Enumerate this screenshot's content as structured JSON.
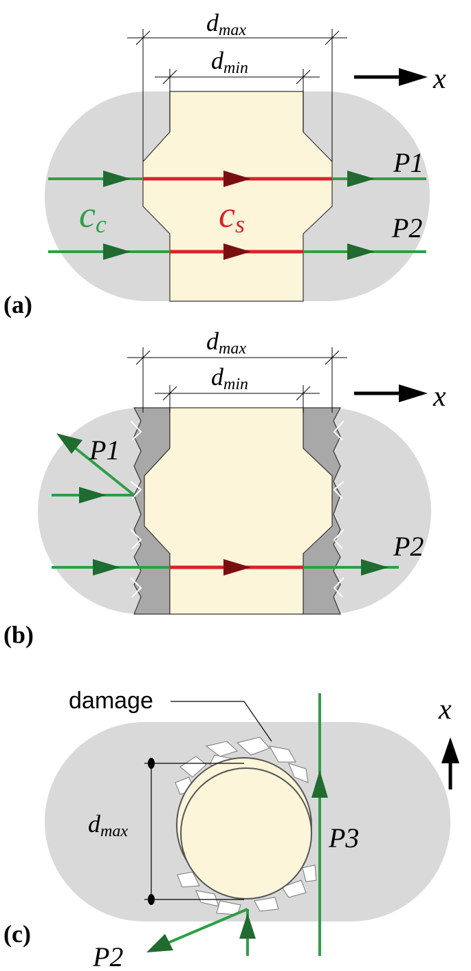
{
  "colors": {
    "concrete": "#d9d9d9",
    "steel": "#fdf5d9",
    "cracked": "#a8a8a8",
    "compression_path": "#2e9e46",
    "shear_path": "#d8232a",
    "arrow_dark": "#1f6b30",
    "arrow_red_dark": "#7a0f12",
    "line": "#000000"
  },
  "panels": {
    "a": {
      "tag": "(a)",
      "dmax": "d",
      "dmax_sub": "max",
      "dmin": "d",
      "dmin_sub": "min",
      "axis": "x",
      "p1": "P1",
      "p2": "P2",
      "cc": "c",
      "cc_sub": "c",
      "cs": "c",
      "cs_sub": "s"
    },
    "b": {
      "tag": "(b)",
      "dmax": "d",
      "dmax_sub": "max",
      "dmin": "d",
      "dmin_sub": "min",
      "axis": "x",
      "p1": "P1",
      "p2": "P2"
    },
    "c": {
      "tag": "(c)",
      "damage": "damage",
      "dmax": "d",
      "dmax_sub": "max",
      "axis": "x",
      "p2": "P2",
      "p3": "P3"
    }
  }
}
